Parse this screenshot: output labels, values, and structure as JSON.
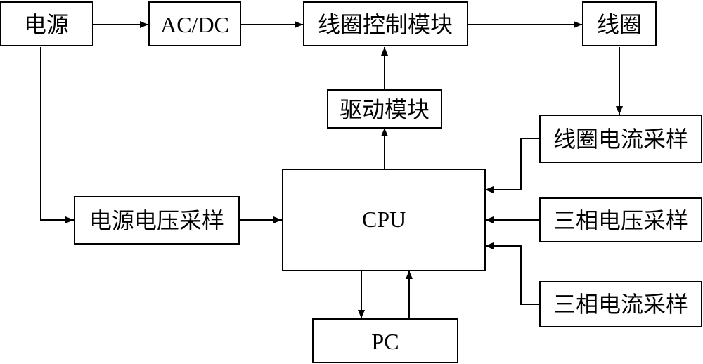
{
  "nodes": {
    "power": "电源",
    "acdc": "AC/DC",
    "coil_control": "线圈控制模块",
    "coil": "线圈",
    "driver": "驱动模块",
    "coil_current_sampling": "线圈电流采样",
    "supply_voltage_sampling": "电源电压采样",
    "cpu": "CPU",
    "three_phase_voltage_sampling": "三相电压采样",
    "three_phase_current_sampling": "三相电流采样",
    "pc": "PC"
  }
}
